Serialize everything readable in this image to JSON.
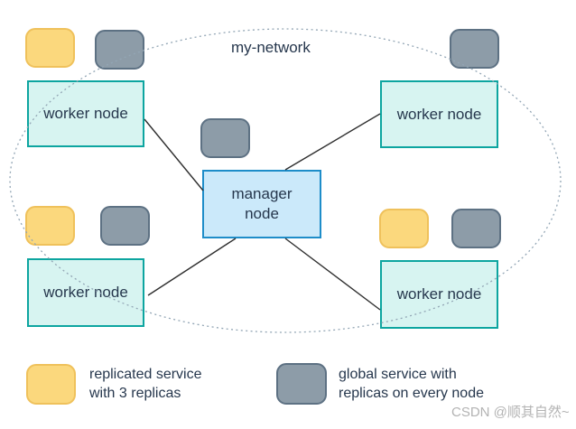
{
  "network": {
    "label": "my-network"
  },
  "nodes": {
    "manager": {
      "label": "manager\nnode"
    },
    "workers": [
      {
        "label": "worker node"
      },
      {
        "label": "worker node"
      },
      {
        "label": "worker node"
      },
      {
        "label": "worker node"
      }
    ]
  },
  "legend": {
    "replicated": {
      "label": "replicated service\nwith 3 replicas"
    },
    "global": {
      "label": "global service with\nreplicas on every node"
    }
  },
  "watermark": "CSDN @顺其自然~",
  "colors": {
    "replicated_fill": "#FBD87D",
    "replicated_border": "#EFC15B",
    "global_fill": "#8D9CA8",
    "global_border": "#5D7183",
    "worker_fill": "#D7F4F1",
    "worker_border": "#0DA5A0",
    "manager_fill": "#CBE9FA",
    "manager_border": "#1E8DC9",
    "text": "#26374D",
    "line": "#2F2F2F",
    "network_outline": "#93A6B5",
    "watermark": "#B3B3B3"
  }
}
